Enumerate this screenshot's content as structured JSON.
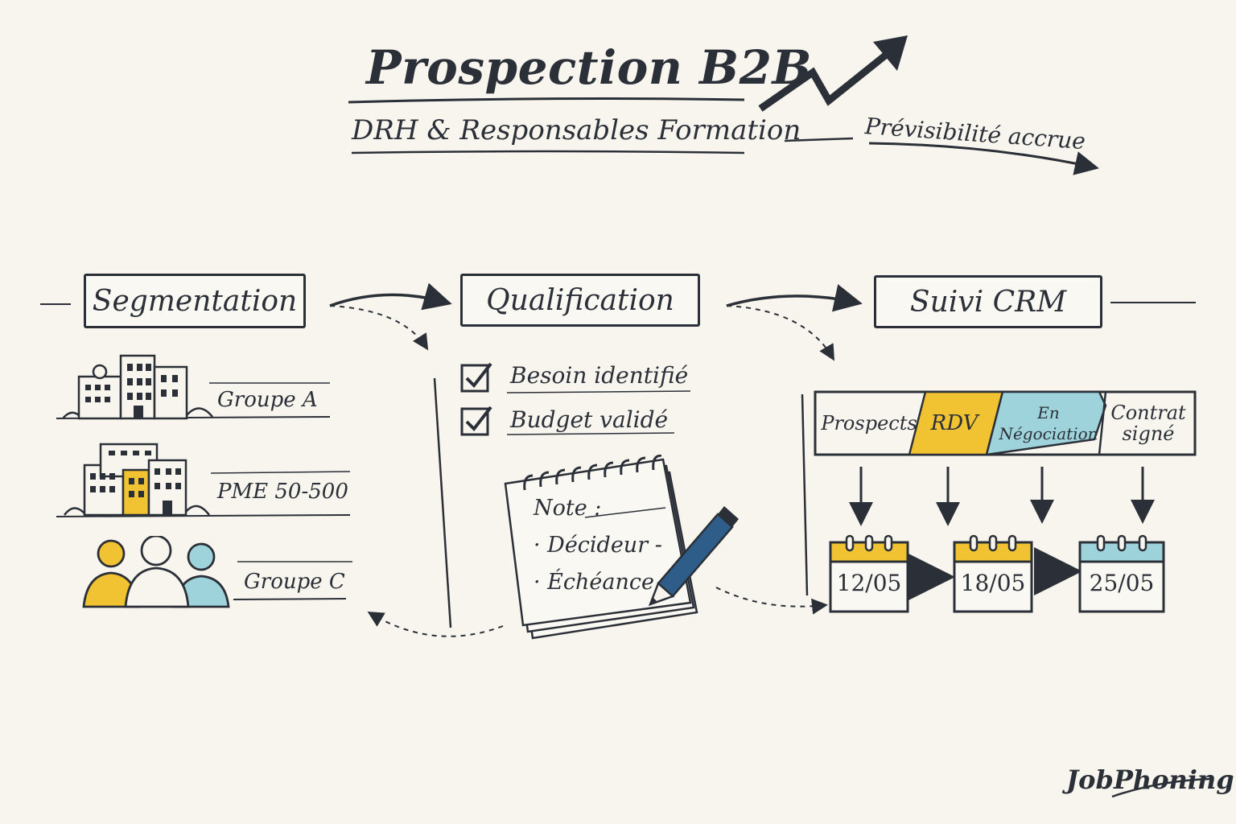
{
  "header": {
    "title": "Prospection B2B",
    "subtitle": "DRH & Responsables Formation",
    "trend_label": "Prévisibilité accrue"
  },
  "stages": [
    {
      "label": "Segmentation"
    },
    {
      "label": "Qualification"
    },
    {
      "label": "Suivi CRM"
    }
  ],
  "segmentation": {
    "groups": [
      {
        "label": "Groupe A",
        "icon": "office-buildings-icon"
      },
      {
        "label": "PME 50-500",
        "icon": "small-business-buildings-icon"
      },
      {
        "label": "Groupe C",
        "icon": "people-group-icon"
      }
    ]
  },
  "qualification": {
    "checklist": [
      {
        "label": "Besoin identifié",
        "checked": true
      },
      {
        "label": "Budget validé",
        "checked": true
      }
    ],
    "notepad": {
      "title": "Note :",
      "items": [
        "· Décideur -",
        "· Échéance"
      ]
    }
  },
  "crm": {
    "pipeline": [
      {
        "label": "Prospects",
        "color": "#f8f5ee"
      },
      {
        "label": "RDV",
        "color": "#f1c232"
      },
      {
        "label": "En Négociation",
        "color": "#9fd3dc"
      },
      {
        "label": "Contrat signé",
        "color": "#f8f5ee"
      }
    ],
    "calendar_dates": [
      "12/05",
      "18/05",
      "25/05"
    ],
    "calendar_colors": [
      "#f1c232",
      "#f1c232",
      "#9fd3dc"
    ]
  },
  "brand": "JobPhoning",
  "colors": {
    "ink": "#2b3038",
    "yellow": "#f1c232",
    "teal": "#9fd3dc",
    "paper": "#f8f5ee"
  }
}
